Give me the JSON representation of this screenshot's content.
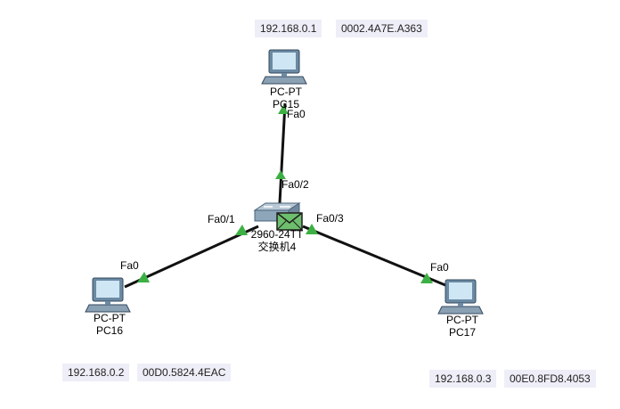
{
  "topology": {
    "devices": {
      "pc15": {
        "model": "PC-PT",
        "name": "PC15"
      },
      "pc16": {
        "model": "PC-PT",
        "name": "PC16"
      },
      "pc17": {
        "model": "PC-PT",
        "name": "PC17"
      },
      "switch": {
        "model": "2960-24TT",
        "name": "交换机4"
      }
    },
    "notes": {
      "pc15_ip": "192.168.0.1",
      "pc15_mac": "0002.4A7E.A363",
      "pc16_ip": "192.168.0.2",
      "pc16_mac": "00D0.5824.4EAC",
      "pc17_ip": "192.168.0.3",
      "pc17_mac": "00E0.8FD8.4053"
    },
    "ports": {
      "pc15_port": "Fa0",
      "pc16_port": "Fa0",
      "pc17_port": "Fa0",
      "sw_to_pc15": "Fa0/2",
      "sw_to_pc16": "Fa0/1",
      "sw_to_pc17": "Fa0/3"
    },
    "link_status_color": "#3cb043",
    "link_color": "#111111",
    "envelope_color": "#6dbf6d"
  }
}
